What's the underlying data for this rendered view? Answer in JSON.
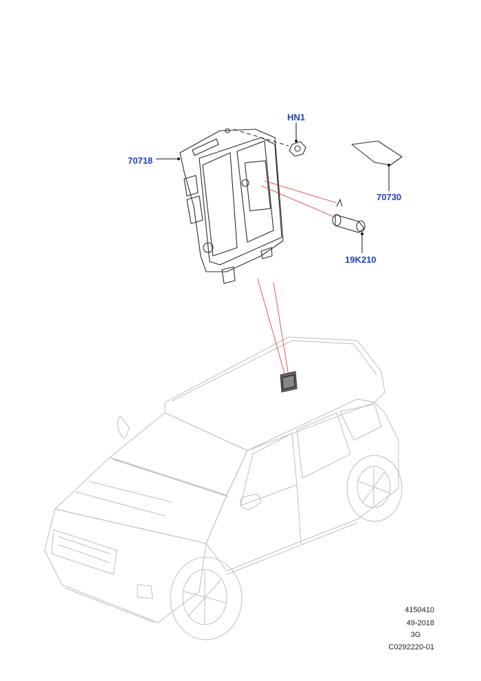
{
  "callouts": {
    "nut": "HN1",
    "module": "70718",
    "label_tag": "70730",
    "antenna": "19K210"
  },
  "reference": {
    "line1": "4150410",
    "line2": "49-2018",
    "line3": "3G",
    "line4": "C0292220-01"
  },
  "colors": {
    "callout": "#1f3fbf",
    "leader_red": "#d83030",
    "car_outline": "#bdbdbd"
  }
}
